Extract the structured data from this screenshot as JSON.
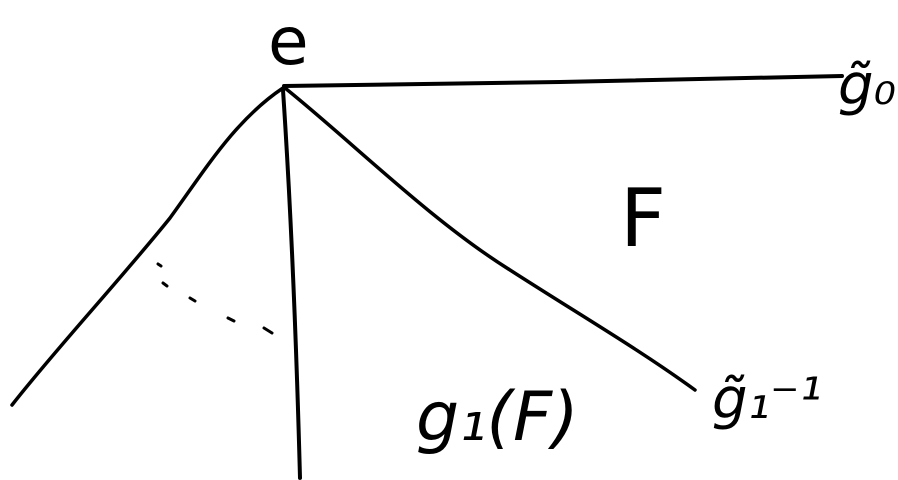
{
  "colors": {
    "ink": "#000000",
    "paper": "#ffffff"
  },
  "labels": {
    "vertex": "e",
    "ray_top": "g̃₀",
    "region_upper": "F",
    "region_lower": "g₁(F)",
    "ray_lower": "g̃₁⁻¹"
  }
}
